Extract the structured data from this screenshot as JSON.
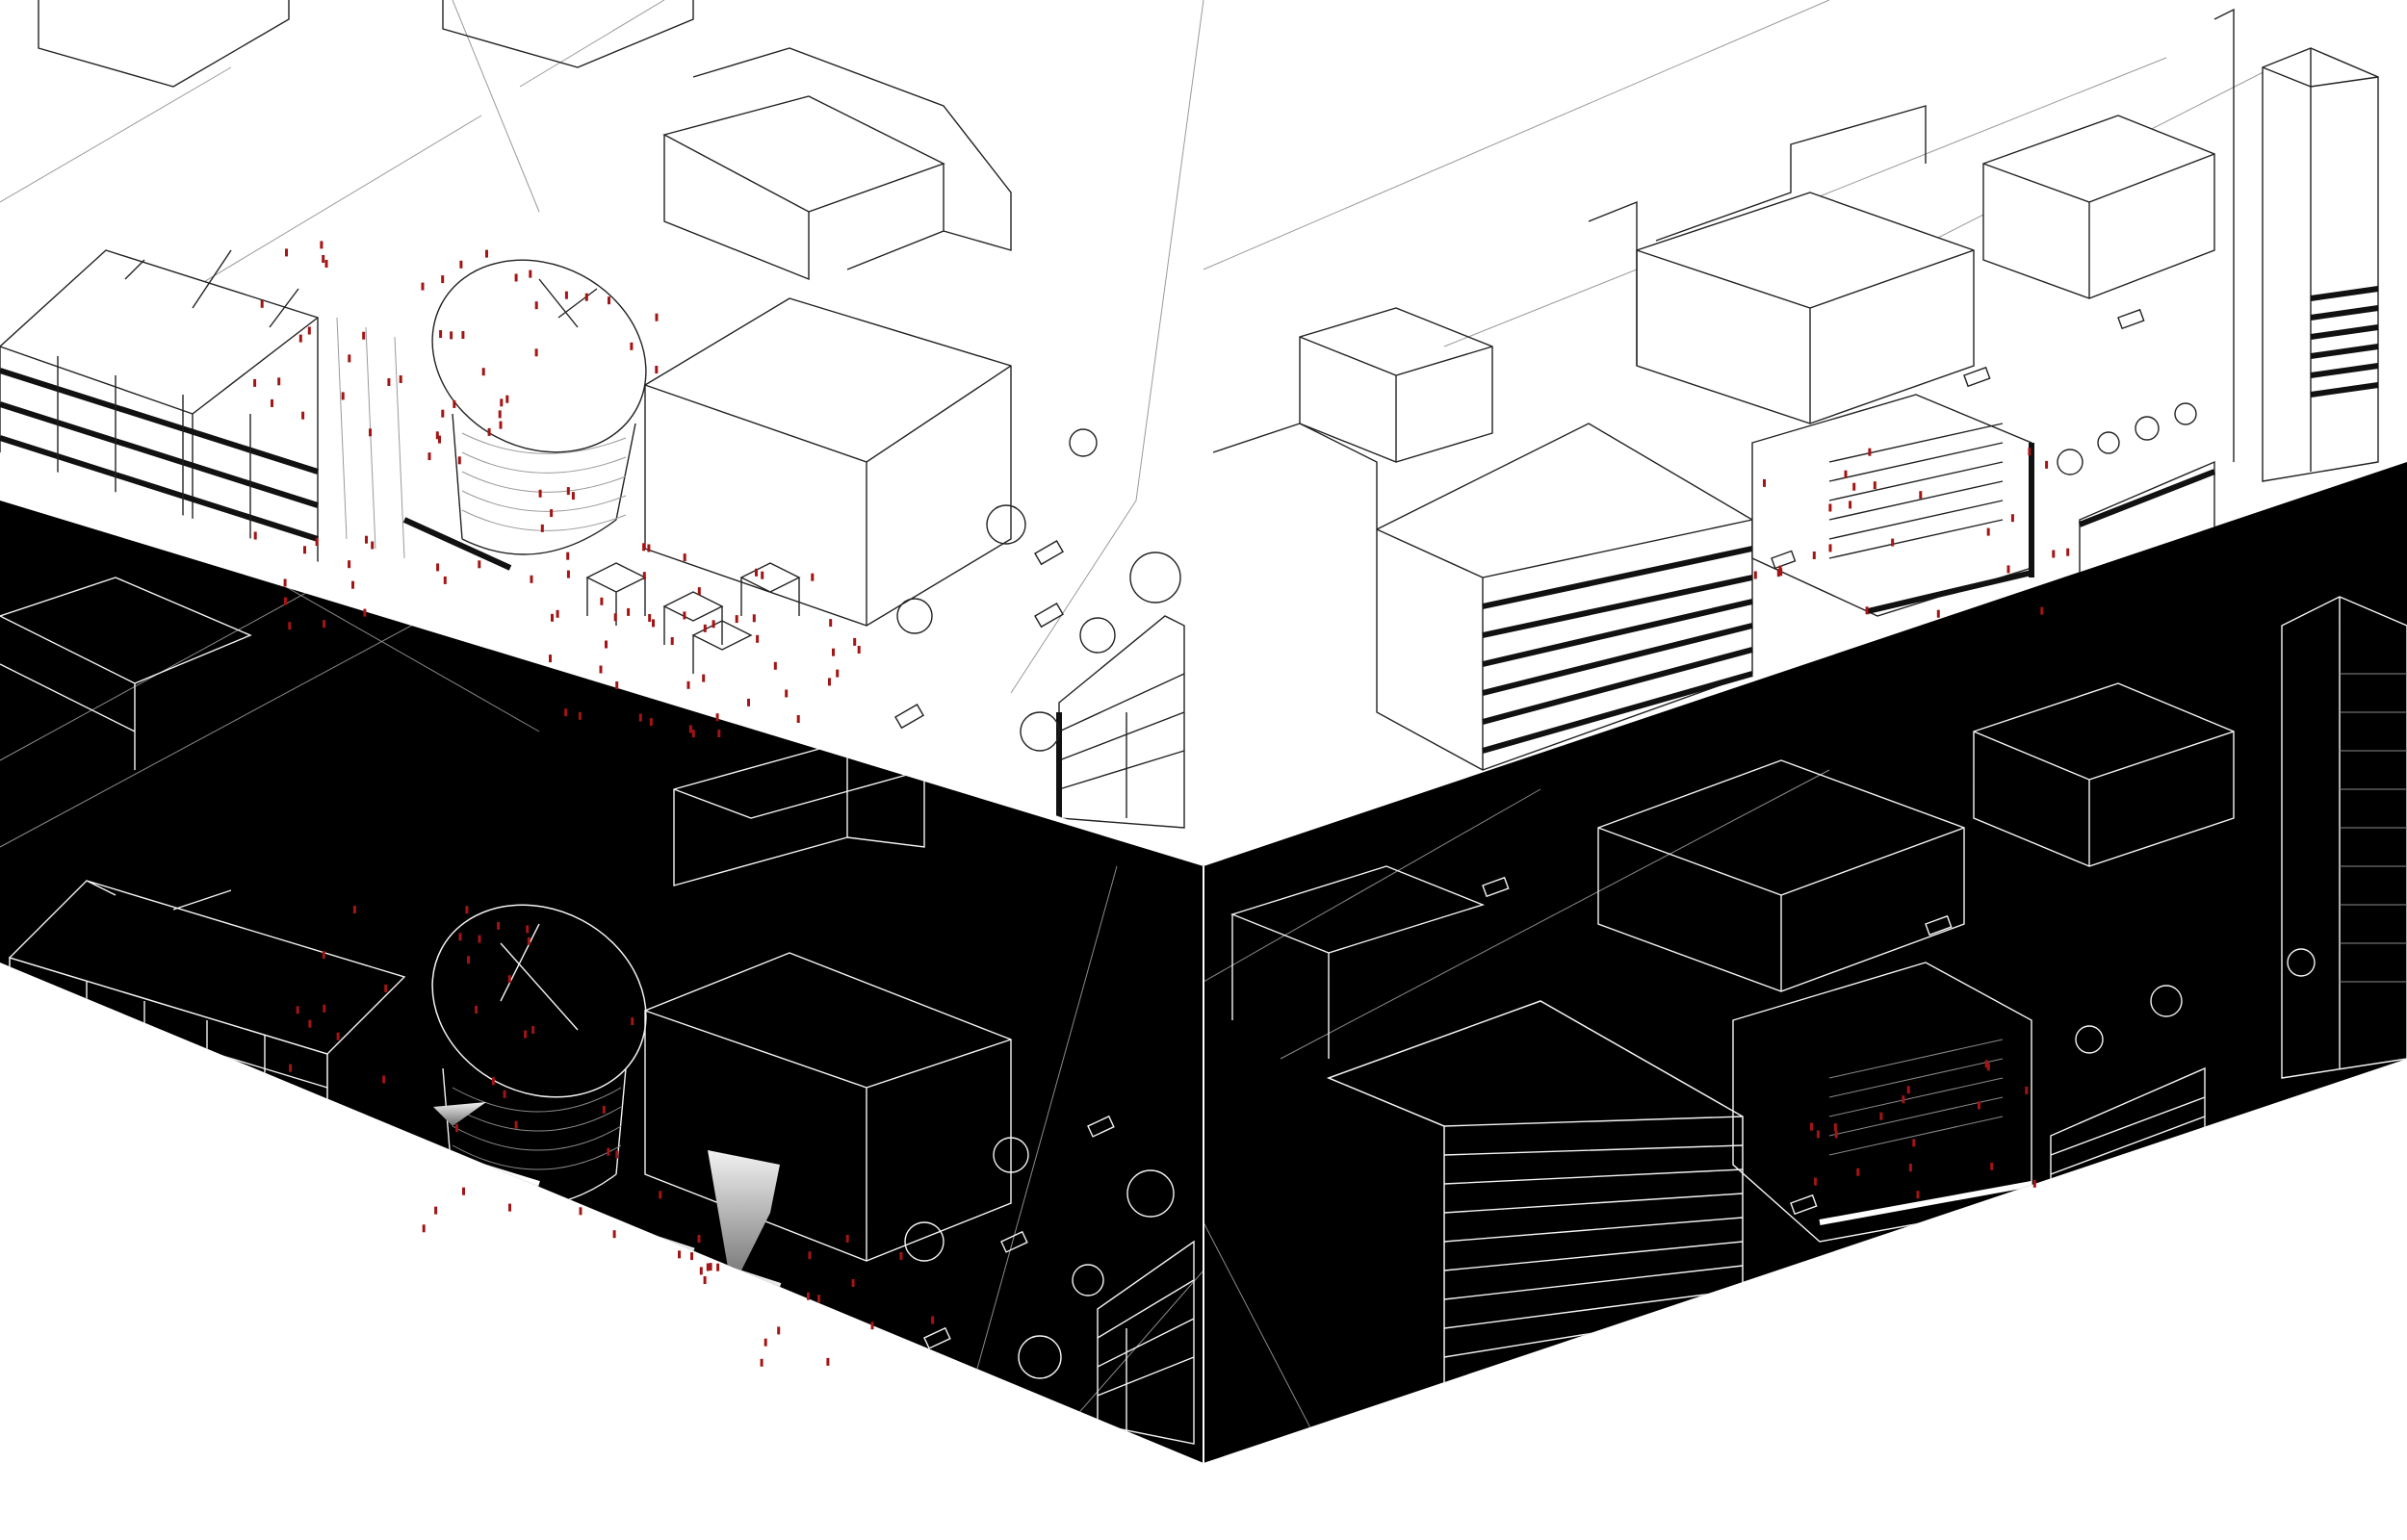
{
  "figure": {
    "kind": "axonometric-day-night-diagram",
    "palette": {
      "day_background": "#ffffff",
      "night_background": "#000000",
      "line_day": "#222222",
      "line_night": "#f4f4f4",
      "accent_people": "#a31515",
      "projection_light": "#d9d9d9"
    },
    "panels": {
      "left": {
        "day": "day-left",
        "night": "night-left"
      },
      "right": {
        "day": "day-right",
        "night": "night-right"
      }
    }
  }
}
